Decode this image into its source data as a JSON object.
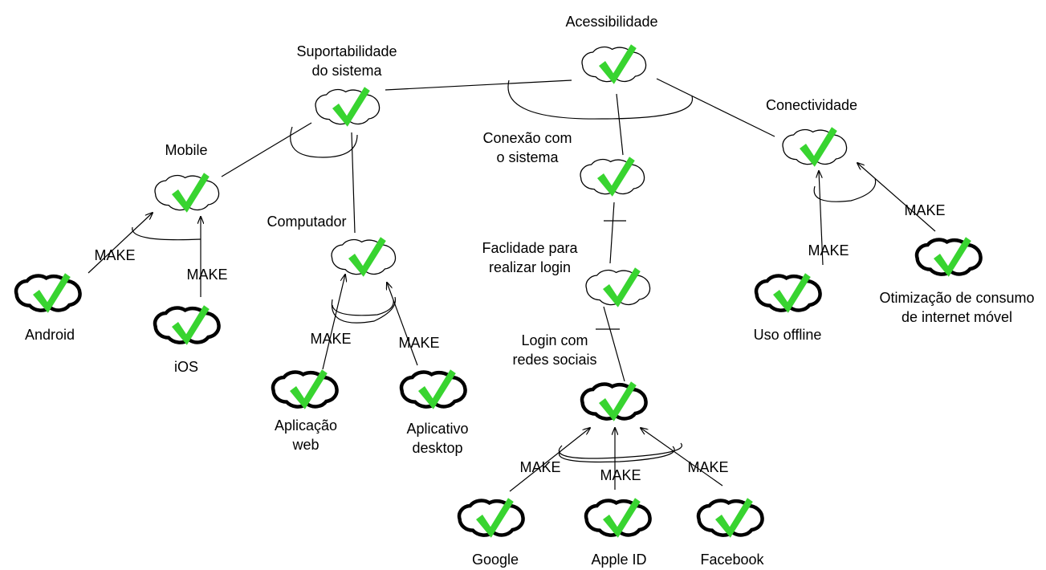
{
  "colors": {
    "check": "#38d430",
    "line": "#000000",
    "background": "#ffffff"
  },
  "icon": "check-mark-icon",
  "nodes": [
    {
      "id": "acessibilidade",
      "kind": "softgoal",
      "lines": [
        "Acessibilidade"
      ]
    },
    {
      "id": "suportabilidade",
      "kind": "softgoal",
      "lines": [
        "Suportabilidade",
        "do sistema"
      ]
    },
    {
      "id": "conectividade",
      "kind": "softgoal",
      "lines": [
        "Conectividade"
      ]
    },
    {
      "id": "mobile",
      "kind": "softgoal",
      "lines": [
        "Mobile"
      ]
    },
    {
      "id": "computador",
      "kind": "softgoal",
      "lines": [
        "Computador"
      ]
    },
    {
      "id": "conexao",
      "kind": "softgoal",
      "lines": [
        "Conexão com",
        "o sistema"
      ]
    },
    {
      "id": "facilidade",
      "kind": "softgoal",
      "lines": [
        "Faclidade para",
        "realizar login"
      ]
    },
    {
      "id": "login-redes",
      "kind": "operationalization",
      "lines": [
        "Login com",
        "redes sociais"
      ]
    },
    {
      "id": "android",
      "kind": "operationalization",
      "lines": [
        "Android"
      ]
    },
    {
      "id": "ios",
      "kind": "operationalization",
      "lines": [
        "iOS"
      ]
    },
    {
      "id": "aplicacao-web",
      "kind": "operationalization",
      "lines": [
        "Aplicação",
        "web"
      ]
    },
    {
      "id": "aplicativo-desktop",
      "kind": "operationalization",
      "lines": [
        "Aplicativo",
        "desktop"
      ]
    },
    {
      "id": "google",
      "kind": "operationalization",
      "lines": [
        "Google"
      ]
    },
    {
      "id": "apple-id",
      "kind": "operationalization",
      "lines": [
        "Apple ID"
      ]
    },
    {
      "id": "facebook",
      "kind": "operationalization",
      "lines": [
        "Facebook"
      ]
    },
    {
      "id": "uso-offline",
      "kind": "operationalization",
      "lines": [
        "Uso offline"
      ]
    },
    {
      "id": "otimizacao",
      "kind": "operationalization",
      "lines": [
        "Otimização de consumo",
        "de internet móvel"
      ]
    }
  ],
  "contributions": [
    {
      "from": "android",
      "to": "mobile",
      "label": "MAKE"
    },
    {
      "from": "ios",
      "to": "mobile",
      "label": "MAKE"
    },
    {
      "from": "aplicacao-web",
      "to": "computador",
      "label": "MAKE"
    },
    {
      "from": "aplicativo-desktop",
      "to": "computador",
      "label": "MAKE"
    },
    {
      "from": "google",
      "to": "login-redes",
      "label": "MAKE"
    },
    {
      "from": "apple-id",
      "to": "login-redes",
      "label": "MAKE"
    },
    {
      "from": "facebook",
      "to": "login-redes",
      "label": "MAKE"
    },
    {
      "from": "uso-offline",
      "to": "conectividade",
      "label": "MAKE"
    },
    {
      "from": "otimizacao",
      "to": "conectividade",
      "label": "MAKE"
    }
  ],
  "decompositions": [
    {
      "from": "suportabilidade",
      "to": "acessibilidade"
    },
    {
      "from": "conexao",
      "to": "acessibilidade"
    },
    {
      "from": "conectividade",
      "to": "acessibilidade"
    },
    {
      "from": "mobile",
      "to": "suportabilidade"
    },
    {
      "from": "computador",
      "to": "suportabilidade"
    },
    {
      "from": "facilidade",
      "to": "conexao"
    },
    {
      "from": "login-redes",
      "to": "facilidade"
    }
  ]
}
